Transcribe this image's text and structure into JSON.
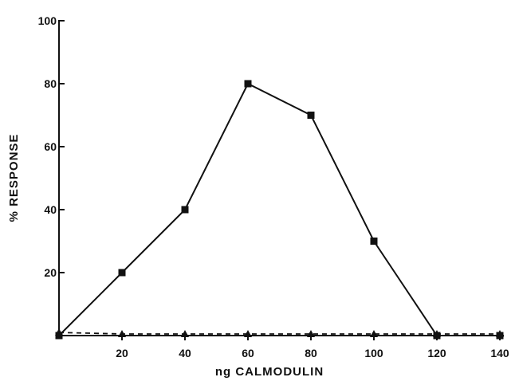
{
  "chart_data": {
    "type": "line",
    "title": "",
    "xlabel": "ng CALMODULIN",
    "ylabel": "% RESPONSE",
    "xlim": [
      0,
      140
    ],
    "ylim": [
      0,
      100
    ],
    "x_ticks": [
      20,
      40,
      60,
      80,
      100,
      120,
      140
    ],
    "y_ticks": [
      20,
      40,
      60,
      80,
      100
    ],
    "grid": false,
    "series": [
      {
        "marker": "square",
        "line_style": "solid",
        "color": "#111111",
        "x": [
          0,
          20,
          40,
          60,
          80,
          100,
          120,
          140
        ],
        "values": [
          0,
          20,
          40,
          80,
          70,
          30,
          0,
          0
        ]
      },
      {
        "marker": "triangle",
        "line_style": "dashed",
        "color": "#111111",
        "x": [
          0,
          20,
          40,
          60,
          80,
          100,
          120,
          140
        ],
        "values": [
          1,
          0.5,
          0.5,
          0.5,
          0.5,
          0.5,
          0.5,
          0.5
        ]
      }
    ]
  }
}
